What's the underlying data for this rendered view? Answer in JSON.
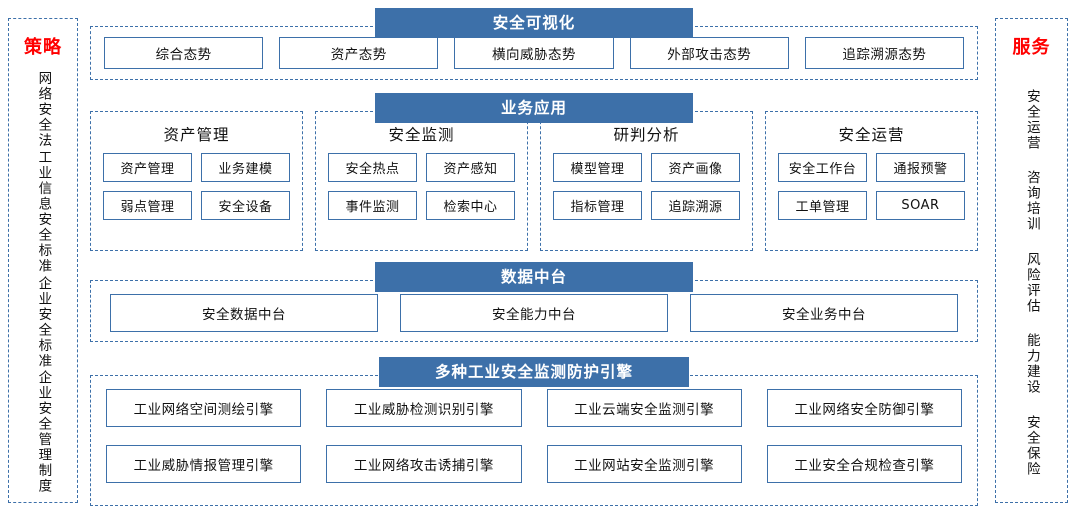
{
  "left_pillar": {
    "title": "策略",
    "items": [
      "网络安全法",
      "工业信息安全标准",
      "企业安全标准",
      "企业安全管理制度"
    ]
  },
  "right_pillar": {
    "title": "服务",
    "items": [
      "安全运营",
      "咨询培训",
      "风险评估",
      "能力建设",
      "安全保险"
    ]
  },
  "bands": {
    "visualization": {
      "banner": "安全可视化",
      "items": [
        "综合态势",
        "资产态势",
        "横向威胁态势",
        "外部攻击态势",
        "追踪溯源态势"
      ]
    },
    "application": {
      "banner": "业务应用",
      "groups": [
        {
          "title": "资产管理",
          "items": [
            "资产管理",
            "业务建模",
            "弱点管理",
            "安全设备"
          ]
        },
        {
          "title": "安全监测",
          "items": [
            "安全热点",
            "资产感知",
            "事件监测",
            "检索中心"
          ]
        },
        {
          "title": "研判分析",
          "items": [
            "模型管理",
            "资产画像",
            "指标管理",
            "追踪溯源"
          ]
        },
        {
          "title": "安全运营",
          "items": [
            "安全工作台",
            "通报预警",
            "工单管理",
            "SOAR"
          ]
        }
      ]
    },
    "data_platform": {
      "banner": "数据中台",
      "items": [
        "安全数据中台",
        "安全能力中台",
        "安全业务中台"
      ]
    },
    "engines": {
      "banner": "多种工业安全监测防护引擎",
      "items": [
        "工业网络空间测绘引擎",
        "工业威胁检测识别引擎",
        "工业云端安全监测引擎",
        "工业网络安全防御引擎",
        "工业威胁情报管理引擎",
        "工业网络攻击诱捕引擎",
        "工业网站安全监测引擎",
        "工业安全合规检查引擎"
      ]
    }
  },
  "colors": {
    "banner_blue": "#3d70a9",
    "border_blue": "#3d70a9",
    "pillar_title_red": "#ff0000"
  }
}
